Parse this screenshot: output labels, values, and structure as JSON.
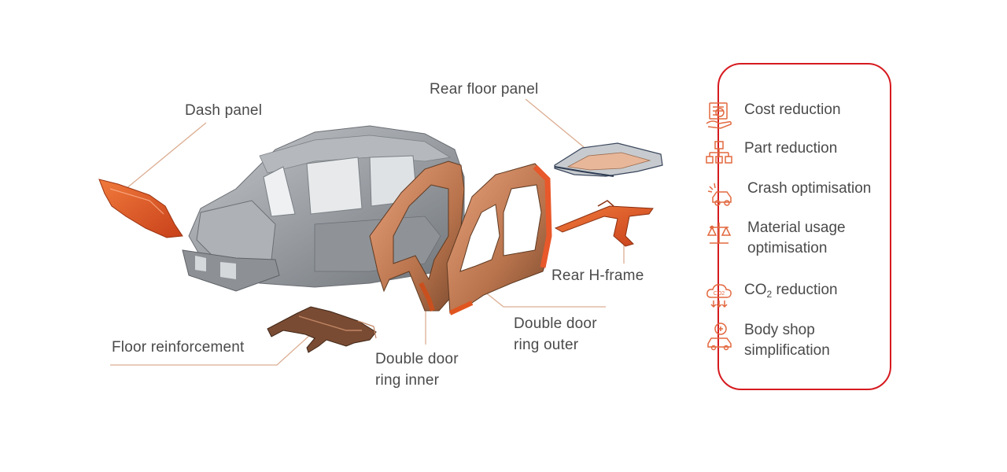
{
  "labels": {
    "dash_panel": "Dash panel",
    "rear_floor_panel": "Rear floor panel",
    "rear_h_frame": "Rear H-frame",
    "double_door_ring_outer_1": "Double door",
    "double_door_ring_outer_2": "ring outer",
    "double_door_ring_inner_1": "Double door",
    "double_door_ring_inner_2": "ring inner",
    "floor_reinforcement": "Floor reinforcement"
  },
  "benefits": [
    {
      "icon": "cost-reduction-icon",
      "line1": "Cost reduction",
      "line2": ""
    },
    {
      "icon": "part-reduction-icon",
      "line1": "Part reduction",
      "line2": ""
    },
    {
      "icon": "crash-optimisation-icon",
      "line1": "Crash optimisation",
      "line2": ""
    },
    {
      "icon": "material-usage-icon",
      "line1": "Material usage",
      "line2": "optimisation"
    },
    {
      "icon": "co2-reduction-icon",
      "line1": "CO",
      "sub": "2",
      "line1b": " reduction",
      "line2": ""
    },
    {
      "icon": "body-shop-icon",
      "line1": "Body shop",
      "line2": "simplification"
    }
  ],
  "colors": {
    "accent_red": "#d61a1f",
    "part_orange": "#e0551f",
    "part_copper": "#c98058",
    "leader_line": "#d9a98c",
    "body_grey": "#9a9ea3",
    "icon_orange": "#e2683f"
  }
}
